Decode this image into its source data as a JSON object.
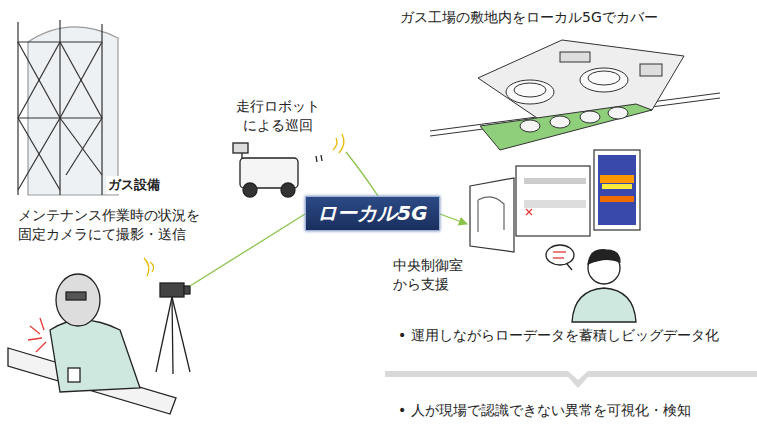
{
  "diagram": {
    "nodes": [
      {
        "text": [
          "ローカル5G"
        ]
      }
    ],
    "labels": [
      "ガス工場の敷地内をローカル5Gでカバー",
      "走行ロボット による巡回",
      "ガス設備",
      "メンテナンス作業時の状況を 固定カメラにて撮影・送信",
      "中央制御室 から支援",
      "• 運用しながらローデータを蓄積しビッグデータ化",
      "• 人が現場で認識できない異常を可視化・検知"
    ]
  }
}
